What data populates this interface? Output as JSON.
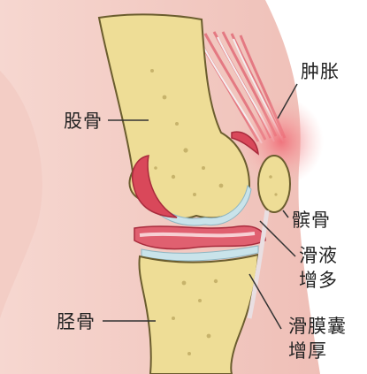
{
  "labels": {
    "swelling": "肿胀",
    "femur": "股骨",
    "patella": "髌骨",
    "synovial_fluid_line1": "滑液",
    "synovial_fluid_line2": "增多",
    "tibia": "胫骨",
    "synovium_line1": "滑膜囊",
    "synovium_line2": "增厚"
  },
  "colors": {
    "skin": "#f2c9c2",
    "bone": "#eedd96",
    "cartilage": "#c9e3ea",
    "synovium": "#d9485a",
    "muscle": "#e8707e",
    "inflammation": "#f28a8a",
    "leader": "#333333"
  }
}
